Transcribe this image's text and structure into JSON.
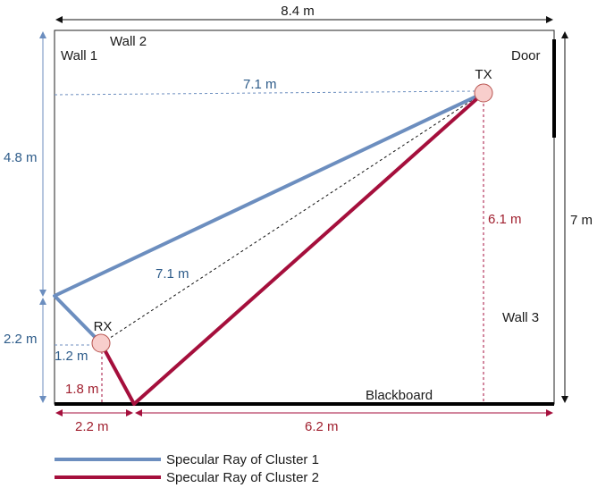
{
  "room": {
    "width_label": "8.4 m",
    "height_label": "7 m",
    "wall1_label": "Wall 1",
    "wall2_label": "Wall 2",
    "wall3_label": "Wall 3",
    "door_label": "Door",
    "blackboard_label": "Blackboard"
  },
  "nodes": {
    "tx_label": "TX",
    "rx_label": "RX"
  },
  "measurements": {
    "tx_to_wall1": "7.1 m",
    "wall_reflection_upper": "4.8 m",
    "wall_reflection_lower": "2.2 m",
    "rx_to_wall1": "1.2 m",
    "direct_path": "7.1 m",
    "tx_height": "6.1 m",
    "rx_height": "1.8 m",
    "reflection_point_left": "2.2 m",
    "reflection_point_right": "6.2 m"
  },
  "legend": {
    "cluster1_label": "Specular Ray of Cluster 1",
    "cluster2_label": "Specular Ray of Cluster 2"
  },
  "colors": {
    "cluster1": "#6c8ebf",
    "cluster2": "#a50f3c",
    "node_fill": "#f8cecc",
    "node_stroke": "#b85450",
    "measure_blue": "#6c8ebf",
    "measure_red": "#a50f3c"
  }
}
